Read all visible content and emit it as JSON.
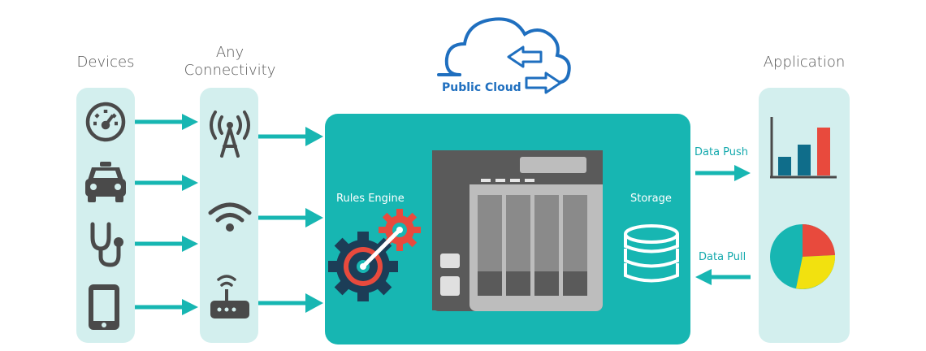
{
  "columns": {
    "devices": "Devices",
    "connectivity": "Any\nConnectivity",
    "application": "Application"
  },
  "cloud": {
    "label": "Public Cloud"
  },
  "hub": {
    "rules_engine": "Rules Engine",
    "storage": "Storage"
  },
  "flows": {
    "push": "Data Push",
    "pull": "Data Pull"
  },
  "colors": {
    "teal": "#17b6b2",
    "panel": "#d3efee",
    "dark": "#4a4a4a",
    "blue": "#1f6fbf",
    "red": "#e84a3d",
    "yellow": "#f2e10f",
    "navy": "#0f6d8a"
  },
  "icons": {
    "devices": [
      "speedometer-icon",
      "taxi-icon",
      "stethoscope-icon",
      "tablet-icon"
    ],
    "connectivity": [
      "cell-tower-icon",
      "wifi-icon",
      "router-icon"
    ],
    "application": [
      "bar-chart-icon",
      "pie-chart-icon"
    ]
  }
}
